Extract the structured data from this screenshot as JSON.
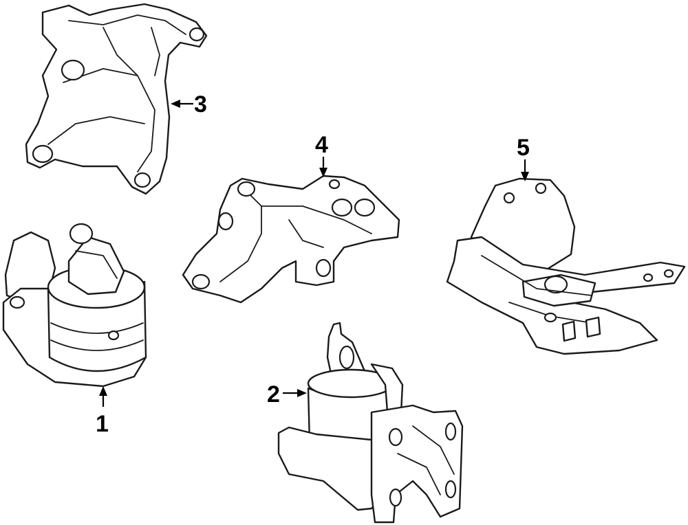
{
  "callouts": {
    "part1": "1",
    "part2": "2",
    "part3": "3",
    "part4": "4",
    "part5": "5"
  },
  "colors": {
    "line": "#1a1a1a",
    "background": "#ffffff"
  }
}
